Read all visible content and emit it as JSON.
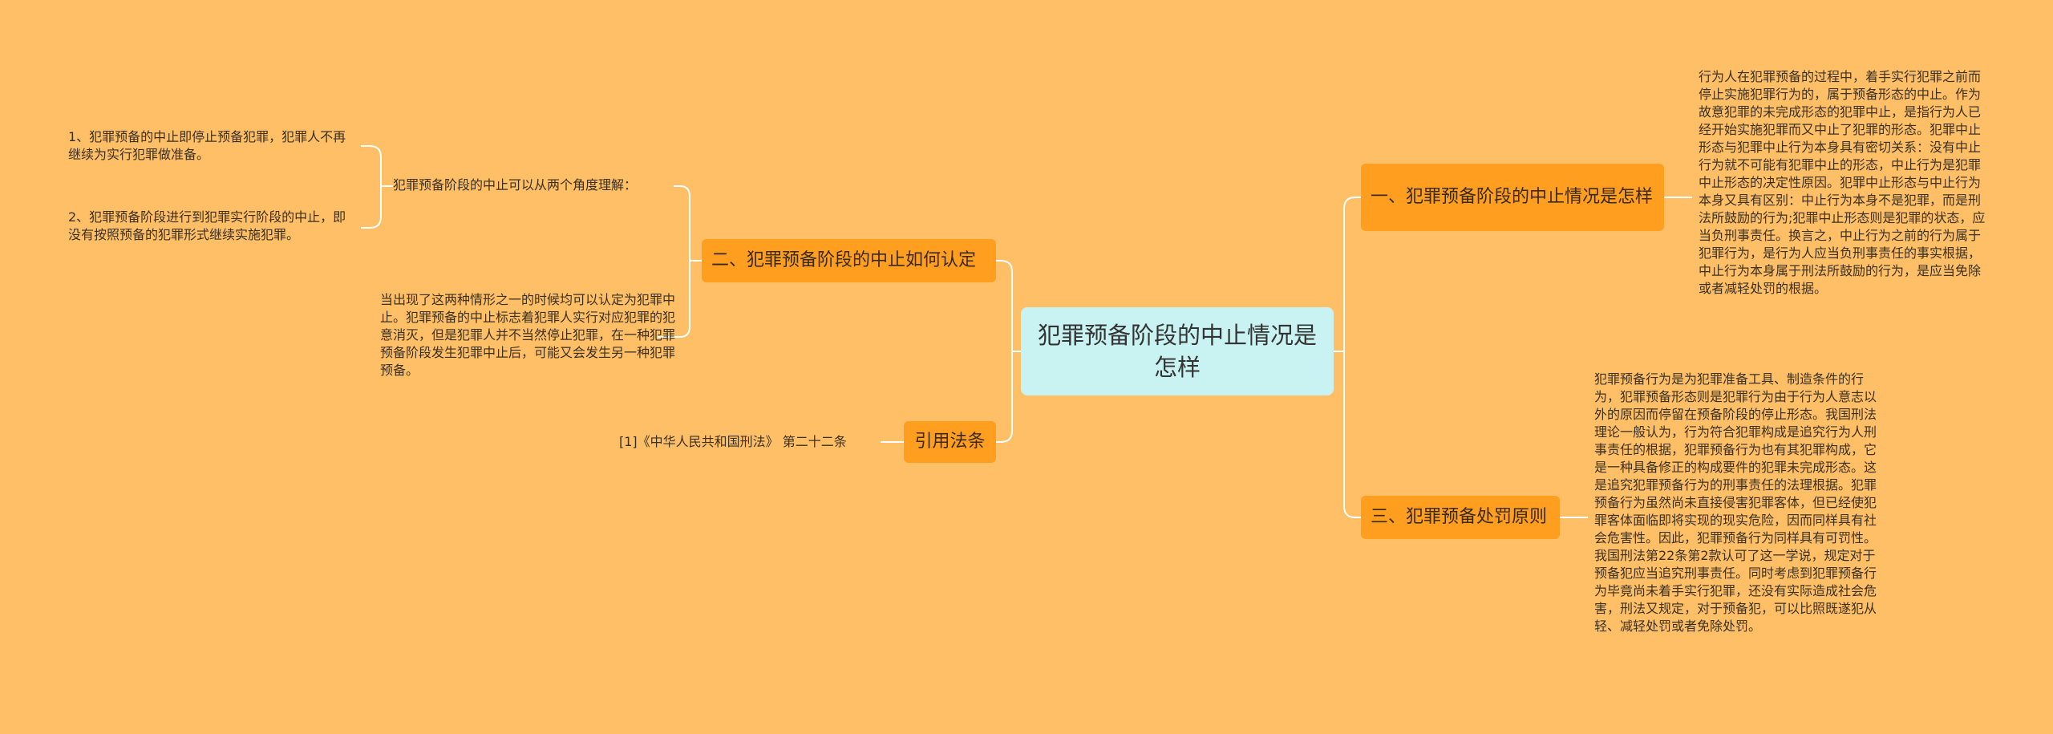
{
  "root": {
    "title": "犯罪预备阶段的中止情况是怎样"
  },
  "branches": {
    "r1": {
      "label": "一、犯罪预备阶段的中止情况是怎样",
      "detail": "行为人在犯罪预备的过程中，着手实行犯罪之前而停止实施犯罪行为的，属于预备形态的中止。作为故意犯罪的未完成形态的犯罪中止，是指行为人已经开始实施犯罪而又中止了犯罪的形态。犯罪中止形态与犯罪中止行为本身具有密切关系：没有中止行为就不可能有犯罪中止的形态，中止行为是犯罪中止形态的决定性原因。犯罪中止形态与中止行为本身又具有区别：中止行为本身不是犯罪，而是刑法所鼓励的行为;犯罪中止形态则是犯罪的状态，应当负刑事责任。换言之，中止行为之前的行为属于犯罪行为，是行为人应当负刑事责任的事实根据，中止行为本身属于刑法所鼓励的行为，是应当免除或者减轻处罚的根据。"
    },
    "r2": {
      "label": "三、犯罪预备处罚原则",
      "detail": "犯罪预备行为是为犯罪准备工具、制造条件的行为，犯罪预备形态则是犯罪行为由于行为人意志以外的原因而停留在预备阶段的停止形态。我国刑法理论一般认为，行为符合犯罪构成是追究行为人刑事责任的根据，犯罪预备行为也有其犯罪构成，它是一种具备修正的构成要件的犯罪未完成形态。这是追究犯罪预备行为的刑事责任的法理根据。犯罪预备行为虽然尚未直接侵害犯罪客体，但已经使犯罪客体面临即将实现的现实危险，因而同样具有社会危害性。因此，犯罪预备行为同样具有可罚性。我国刑法第22条第2款认可了这一学说，规定对于预备犯应当追究刑事责任。同时考虑到犯罪预备行为毕竟尚未着手实行犯罪，还没有实际造成社会危害，刑法又规定，对于预备犯，可以比照既遂犯从轻、减轻处罚或者免除处罚。"
    },
    "l1": {
      "label": "二、犯罪预备阶段的中止如何认定",
      "sub1": {
        "text": "犯罪预备阶段的中止可以从两个角度理解：",
        "items": [
          "1、犯罪预备的中止即停止预备犯罪，犯罪人不再继续为实行犯罪做准备。",
          "2、犯罪预备阶段进行到犯罪实行阶段的中止，即没有按照预备的犯罪形式继续实施犯罪。"
        ]
      },
      "sub2": {
        "text": "当出现了这两种情形之一的时候均可以认定为犯罪中止。犯罪预备的中止标志着犯罪人实行对应犯罪的犯意消灭，但是犯罪人并不当然停止犯罪，在一种犯罪预备阶段发生犯罪中止后，可能又会发生另一种犯罪预备。"
      }
    },
    "l2": {
      "label": "引用法条",
      "detail": "[1]《中华人民共和国刑法》 第二十二条"
    }
  },
  "colors": {
    "background": "#ffbf66",
    "root_fill": "#c9f2f2",
    "branch_fill": "#ff9e1f",
    "connector": "#ffffff"
  }
}
